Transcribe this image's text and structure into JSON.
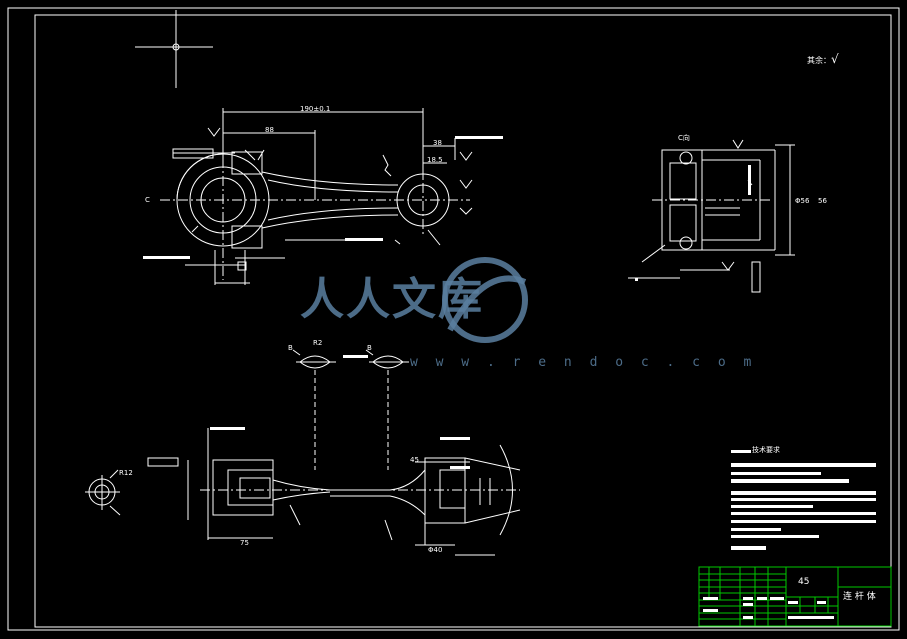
{
  "watermark": {
    "text_cn": "人人文库",
    "url": "w w w . r e n d o c . c o m"
  },
  "surface_note": {
    "label": "其余：",
    "symbol": "√"
  },
  "tech_notes": {
    "title": "技术要求"
  },
  "title_block": {
    "material": "45",
    "part_name": "连 杆 体"
  },
  "dims": {
    "d1": "190±0.1",
    "d2": "88",
    "d3": "38",
    "d4": "18.5",
    "d5": "75",
    "d6": "45",
    "d7": "Φ40",
    "d8": "56",
    "d9": "Φ56",
    "d10": "C",
    "d11": "C向",
    "d12": "R12",
    "d13": "B",
    "d14": "B",
    "d15": "R2"
  },
  "colors": {
    "frame": "#ffffff",
    "title_grid": "#00c800",
    "watermark": "#5a7fa0"
  }
}
